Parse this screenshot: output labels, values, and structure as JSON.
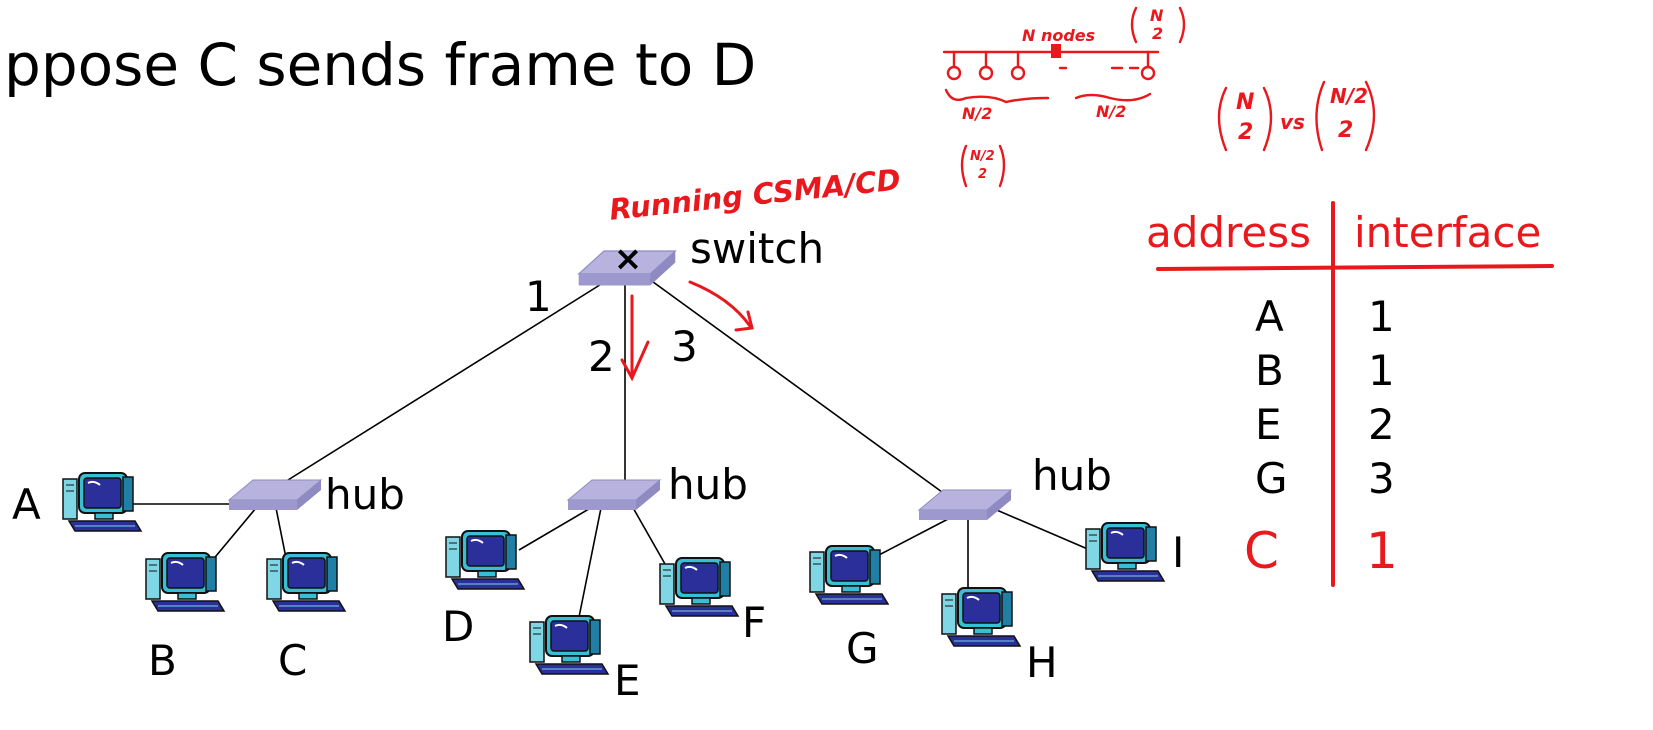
{
  "title": "ppose C sends frame to D",
  "switch": {
    "label": "switch",
    "mark": "×",
    "icon": "switch-icon"
  },
  "annotation": "Running CSMA/CD",
  "ports": [
    "1",
    "2",
    "3"
  ],
  "hubs": [
    {
      "label": "hub",
      "icon": "hub-icon"
    },
    {
      "label": "hub",
      "icon": "hub-icon"
    },
    {
      "label": "hub",
      "icon": "hub-icon"
    }
  ],
  "hosts": [
    "A",
    "B",
    "C",
    "D",
    "E",
    "F",
    "G",
    "H",
    "I"
  ],
  "host_icon": "computer-icon",
  "sketch": {
    "top_label": "N nodes",
    "top_binom": [
      "N",
      "2"
    ],
    "left_half": "N/2",
    "right_half": "N/2",
    "small_binom": [
      "N/2",
      "2"
    ],
    "compare_left": [
      "N",
      "2"
    ],
    "vs": "vs",
    "compare_right": [
      "N/2",
      "2"
    ]
  },
  "table": {
    "headers": [
      "address",
      "interface"
    ],
    "rows": [
      {
        "address": "A",
        "interface": "1",
        "handwritten": false
      },
      {
        "address": "B",
        "interface": "1",
        "handwritten": false
      },
      {
        "address": "E",
        "interface": "2",
        "handwritten": false
      },
      {
        "address": "G",
        "interface": "3",
        "handwritten": false
      },
      {
        "address": "C",
        "interface": "1",
        "handwritten": true
      }
    ]
  },
  "colors": {
    "ink": "#000000",
    "annotation_red": "#e8181d",
    "device_top": "#b7b3de",
    "device_side": "#8f8ac2",
    "screen_blue": "#2a2f9a",
    "monitor_body": "#38bfd6"
  }
}
